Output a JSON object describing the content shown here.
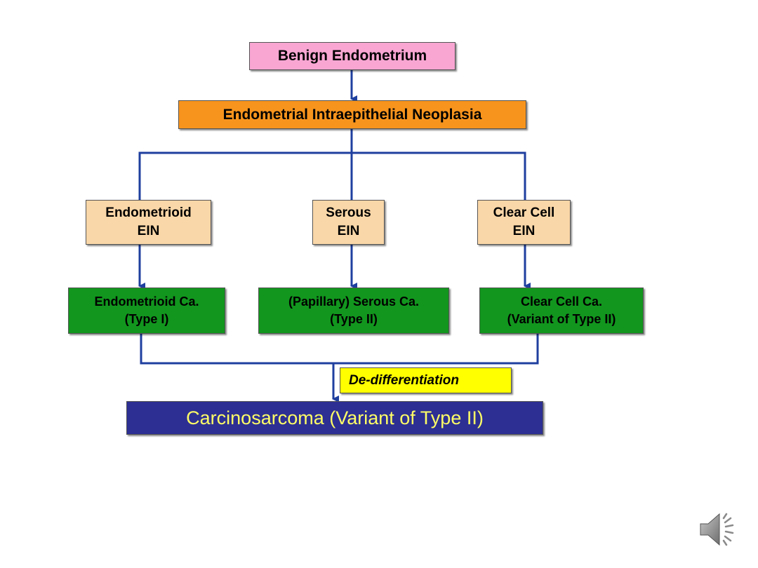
{
  "diagram": {
    "nodes": {
      "benign": "Benign Endometrium",
      "ein": "Endometrial Intraepithelial Neoplasia",
      "endometrioid_ein": "Endometrioid\nEIN",
      "serous_ein": "Serous\nEIN",
      "clear_cell_ein": "Clear Cell\nEIN",
      "endometrioid_ca": "Endometrioid Ca.\n(Type I)",
      "serous_ca": "(Papillary) Serous Ca.\n(Type II)",
      "clear_cell_ca": "Clear Cell Ca.\n(Variant of Type II)",
      "carcinosarcoma": "Carcinosarcoma (Variant of Type II)"
    },
    "edge_labels": {
      "dedifferentiation": "De-differentiation"
    },
    "colors": {
      "connector": "#1f3f9f",
      "benign": "#f9a6d3",
      "ein": "#f7941d",
      "ein_subtypes": "#fad7a8",
      "carcinoma": "#12961e",
      "dedifferentiation": "#ffff00",
      "carcinosarcoma": "#2d2f93",
      "carcinosarcoma_text": "#ffff66"
    }
  },
  "controls": {
    "audio_icon": "speaker-icon"
  }
}
